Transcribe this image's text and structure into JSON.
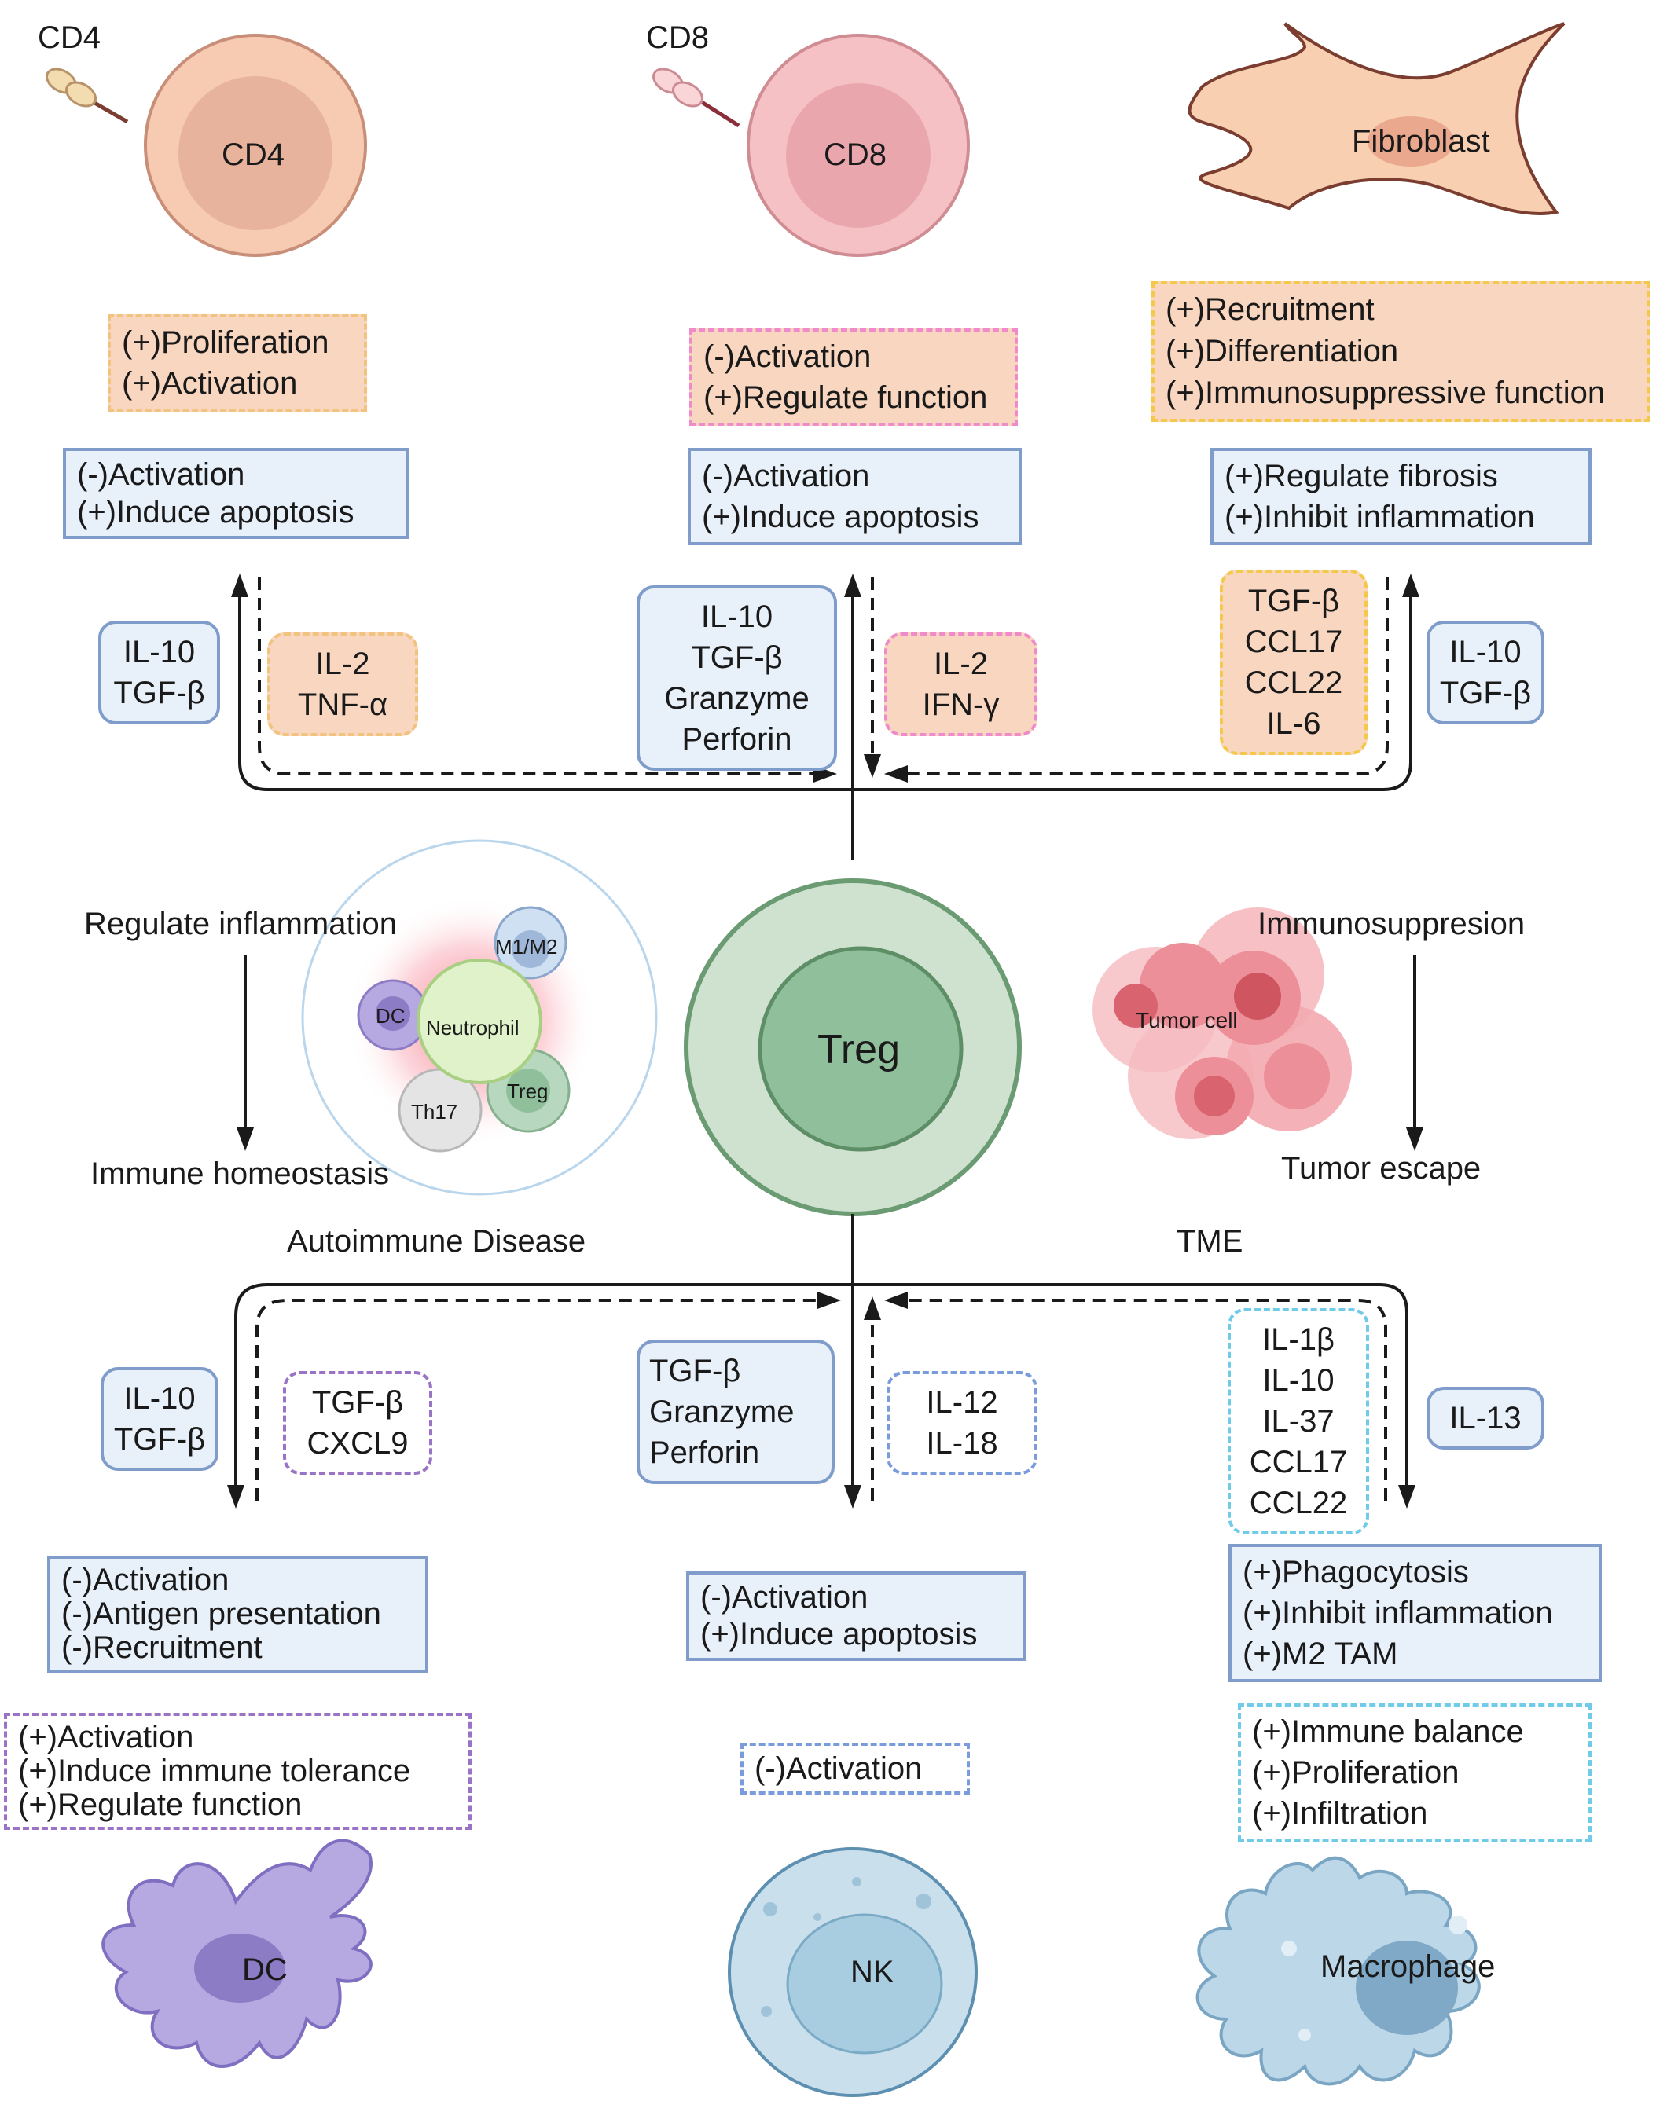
{
  "cells": {
    "cd4_caption": "CD4",
    "cd4_nucleus": "CD4",
    "cd8_caption": "CD8",
    "cd8_nucleus": "CD8",
    "fibroblast": "Fibroblast",
    "treg": "Treg",
    "dc": "DC",
    "nk": "NK",
    "macrophage": "Macrophage",
    "tumor_cell": "Tumor cell",
    "cluster_m1m2": "M1/M2",
    "cluster_dc": "DC",
    "cluster_neutrophil": "Neutrophil",
    "cluster_th17": "Th17",
    "cluster_treg": "Treg"
  },
  "labels": {
    "regulate_inflammation": "Regulate inflammation",
    "immune_homeostasis": "Immune homeostasis",
    "autoimmune_disease": "Autoimmune Disease",
    "immunosuppresion": "Immunosuppresion",
    "tumor_escape": "Tumor escape",
    "tme": "TME"
  },
  "boxes": {
    "cd4_effects": [
      "(+)Proliferation",
      "(+)Activation"
    ],
    "cd4_treg_effects": [
      "(-)Activation",
      "(+)Induce apoptosis"
    ],
    "cd4_treg_factors": [
      "IL-10",
      "TGF-β"
    ],
    "cd4_to_treg_factors": [
      "IL-2",
      "TNF-α"
    ],
    "cd8_effects": [
      "(-)Activation",
      "(+)Regulate function"
    ],
    "cd8_treg_effects": [
      "(-)Activation",
      "(+)Induce apoptosis"
    ],
    "cd8_treg_factors": [
      "IL-10",
      "TGF-β",
      "Granzyme",
      "Perforin"
    ],
    "cd8_to_treg_factors": [
      "IL-2",
      "IFN-γ"
    ],
    "fib_effects": [
      "(+)Recruitment",
      "(+)Differentiation",
      "(+)Immunosuppressive function"
    ],
    "fib_treg_effects": [
      "(+)Regulate fibrosis",
      "(+)Inhibit inflammation"
    ],
    "fib_to_treg_factors": [
      "TGF-β",
      "CCL17",
      "CCL22",
      "IL-6"
    ],
    "fib_treg_factors": [
      "IL-10",
      "TGF-β"
    ],
    "dc_treg_factors": [
      "IL-10",
      "TGF-β"
    ],
    "dc_to_treg_factors": [
      "TGF-β",
      "CXCL9"
    ],
    "dc_treg_effects": [
      "(-)Activation",
      "(-)Antigen presentation",
      "(-)Recruitment"
    ],
    "dc_effects": [
      "(+)Activation",
      "(+)Induce immune tolerance",
      "(+)Regulate function"
    ],
    "nk_treg_factors": [
      "TGF-β",
      "Granzyme",
      "Perforin"
    ],
    "nk_to_treg_factors": [
      "IL-12",
      "IL-18"
    ],
    "nk_treg_effects": [
      "(-)Activation",
      "(+)Induce apoptosis"
    ],
    "nk_effects": [
      "(-)Activation"
    ],
    "mac_to_treg_factors": [
      "IL-1β",
      "IL-10",
      "IL-37",
      "CCL17",
      "CCL22"
    ],
    "mac_treg_factors": [
      "IL-13"
    ],
    "mac_treg_effects": [
      "(+)Phagocytosis",
      "(+)Inhibit inflammation",
      "(+)M2 TAM"
    ],
    "mac_effects": [
      "(+)Immune balance",
      "(+)Proliferation",
      "(+)Infiltration"
    ]
  },
  "colors": {
    "treg_outer": "#cfe2cf",
    "treg_inner": "#8fbf9b",
    "cd4": "#f6cbb2",
    "cd8": "#f5c1c4",
    "fibroblast": "#f9cfb2",
    "dc": "#b6a8e0",
    "nk": "#c9e0ec",
    "macrophage": "#bcd7e8"
  }
}
